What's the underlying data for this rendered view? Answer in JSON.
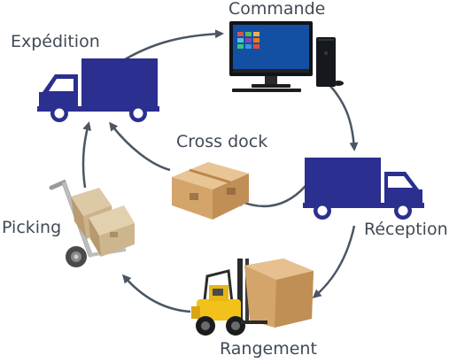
{
  "labels": {
    "commande": "Commande",
    "reception": "Réception",
    "rangement": "Rangement",
    "picking": "Picking",
    "expedition": "Expédition",
    "cross_dock": "Cross dock"
  },
  "colors": {
    "arrow": "#4a5663",
    "truck": "#2b2f8f",
    "box": "#d9b07a",
    "forklift": "#f2c21b",
    "label_text": "#404a56"
  },
  "icons": [
    "desktop-computer",
    "delivery-truck",
    "forklift-with-box",
    "hand-truck-with-boxes",
    "cardboard-box"
  ]
}
